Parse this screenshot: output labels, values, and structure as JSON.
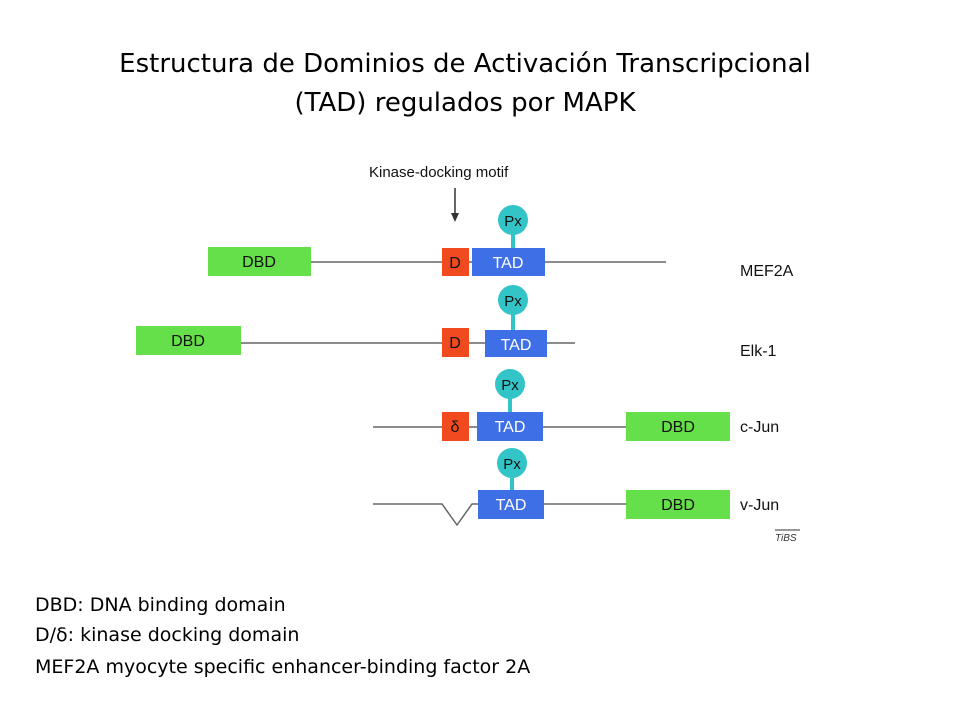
{
  "title": {
    "line1": "Estructura de Dominios de Activación Transcripcional",
    "line2": "(TAD) regulados por MAPK"
  },
  "annotation": {
    "docking_motif": "Kinase-docking motif"
  },
  "labels": {
    "dbd": "DBD",
    "tad": "TAD",
    "px": "Px",
    "d": "D",
    "delta": "δ"
  },
  "proteins": [
    {
      "name": "MEF2A",
      "docking": "D"
    },
    {
      "name": "Elk-1",
      "docking": "D"
    },
    {
      "name": "c-Jun",
      "docking": "δ"
    },
    {
      "name": "v-Jun",
      "docking": ""
    }
  ],
  "source_credit": "TiBS",
  "legend": [
    "DBD: DNA binding domain",
    "D/δ: kinase docking domain",
    "MEF2A myocyte specific enhancer-binding factor 2A"
  ],
  "colors": {
    "dbd_green": "#66e04a",
    "tad_blue": "#3f6fe6",
    "docking_red": "#f04a1e",
    "px_teal": "#33c4c8",
    "line_gray": "#666666"
  }
}
